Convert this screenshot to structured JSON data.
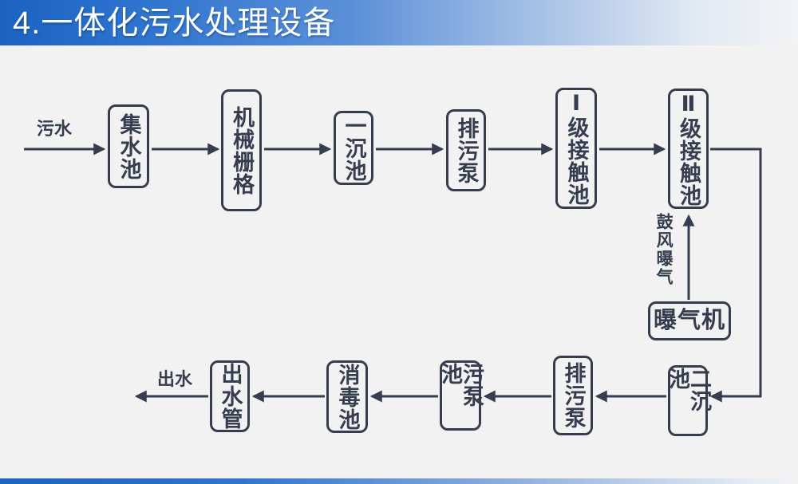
{
  "header": {
    "title": "4.一体化污水处理设备"
  },
  "colors": {
    "accent_blue": "#2E74CF",
    "line_ink": "#363D4F",
    "background": "#F2F2F3"
  },
  "flow": {
    "inlet_label": "污水",
    "outlet_label": "出水",
    "aeration_label": "鼓风曝气",
    "top_row": [
      {
        "id": "collection-tank",
        "label": "集水池"
      },
      {
        "id": "mechanical-grid",
        "label": "机械栅格"
      },
      {
        "id": "primary-sedimentation-tank",
        "label": "一沉池"
      },
      {
        "id": "sewage-pump-upper",
        "label": "排污泵"
      },
      {
        "id": "level-1-contact-tank",
        "label": "Ⅰ级接触池"
      },
      {
        "id": "level-2-contact-tank",
        "label": "Ⅱ级接触池"
      }
    ],
    "aerator": {
      "id": "aerator",
      "label": "曝气机"
    },
    "bottom_row": [
      {
        "id": "secondary-sedimentation-tank",
        "label": "二沉池"
      },
      {
        "id": "sewage-pump-lower",
        "label": "排污泵"
      },
      {
        "id": "sewage-pump-tank",
        "label": "污泵池"
      },
      {
        "id": "disinfection-tank",
        "label": "消毒池"
      },
      {
        "id": "outlet-pipe",
        "label": "出水管"
      }
    ]
  }
}
